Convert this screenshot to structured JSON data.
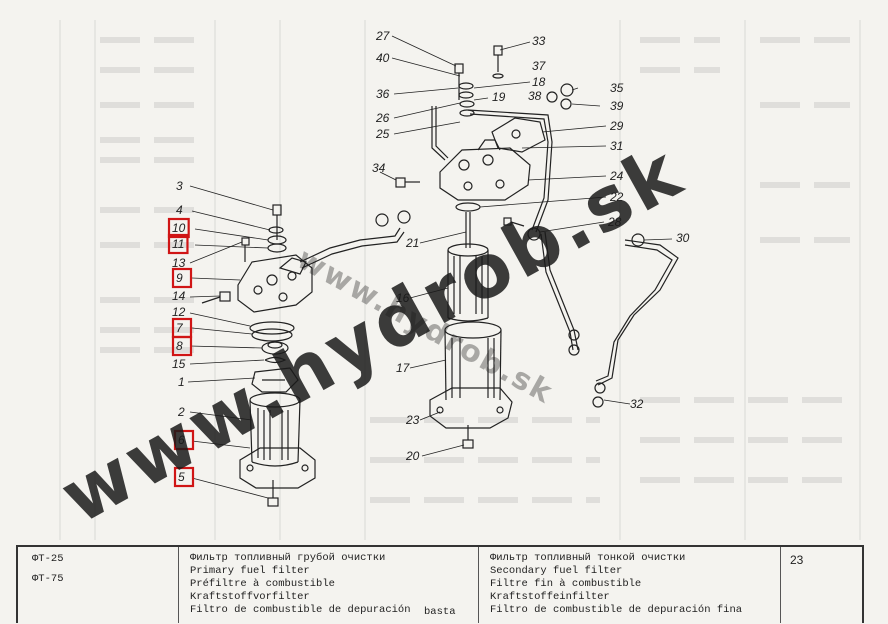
{
  "callouts": [
    "1",
    "2",
    "3",
    "4",
    "5",
    "6",
    "7",
    "8",
    "9",
    "10",
    "11",
    "12",
    "13",
    "14",
    "15",
    "16",
    "17",
    "18",
    "19",
    "20",
    "21",
    "22",
    "23",
    "24",
    "25",
    "26",
    "27",
    "28",
    "29",
    "30",
    "31",
    "32",
    "33",
    "34",
    "35",
    "36",
    "37",
    "38",
    "39",
    "40"
  ],
  "highlighted_callouts": [
    "10",
    "11",
    "9",
    "7",
    "8",
    "6",
    "5"
  ],
  "watermark": {
    "main": "www.hydrob.sk",
    "small": "www.hydrob.sk",
    "color": "#1a1a1a"
  },
  "highlight_color": "#d01515",
  "title_block": {
    "models": [
      "ФТ-25",
      "ФТ-75"
    ],
    "primary_filter": [
      "Фильтр топливный грубой очистки",
      "Primary fuel filter",
      "Préfiltre à combustible",
      "Kraftstoffvorfilter",
      "Filtro de combustible de depuración"
    ],
    "primary_extra_word": "basta",
    "secondary_filter": [
      "Фильтр топливный тонкой очистки",
      "Secondary fuel filter",
      "Filtre fin à combustible",
      "Kraftstoffeinfilter",
      "Filtro de combustible de depuración fina"
    ],
    "page_number": "23"
  }
}
